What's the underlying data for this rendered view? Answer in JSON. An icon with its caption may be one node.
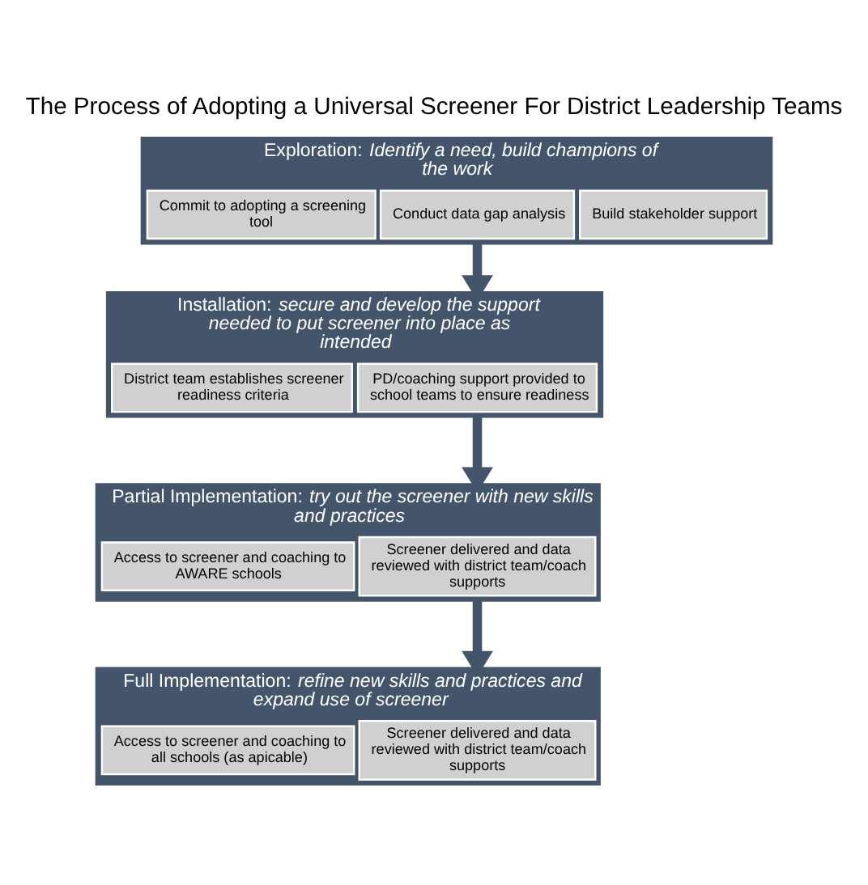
{
  "diagram": {
    "title": "The Process of Adopting a Universal Screener For District Leadership Teams",
    "nodes": [
      {
        "text": [
          "Exploration:",
          "Identify a need, build champions of the work"
        ]
      },
      {
        "text": [
          "Commit to adopting a screening tool"
        ],
        "in": 0
      },
      {
        "text": [
          "Conduct data gap analysis"
        ],
        "in": 0
      },
      {
        "text": [
          "Build stakeholder support"
        ],
        "in": 0
      },
      {
        "text": [
          "Installation:",
          "secure and develop the support needed to put screener into place as intended"
        ]
      },
      {
        "text": [
          "District team establishes screener readiness criteria"
        ],
        "in": 4
      },
      {
        "text": [
          "PD/coaching support provided to school teams to ensure readiness"
        ],
        "in": 4
      },
      {
        "text": [
          "Partial Implementation:",
          "try out the screener with new skills and practices"
        ]
      },
      {
        "text": [
          "Access to screener and coaching to AWARE schools"
        ],
        "in": 7
      },
      {
        "text": [
          "Screener delivered and data reviewed with district team/coach supports"
        ],
        "in": 7
      },
      {
        "text": [
          "Full Implementation:",
          "refine new skills and practices and expand use of screener"
        ]
      },
      {
        "text": [
          "Access to screener and coaching to all schools (as apicable)"
        ],
        "in": 10
      },
      {
        "text": [
          "Screener delivered and data reviewed with district team/coach supports"
        ],
        "in": 10
      }
    ],
    "edges": [
      {
        "from": 0,
        "to": 4,
        "arrow": "to"
      },
      {
        "from": 4,
        "to": 7,
        "arrow": "to"
      },
      {
        "from": 7,
        "to": 10,
        "arrow": "to"
      }
    ]
  }
}
